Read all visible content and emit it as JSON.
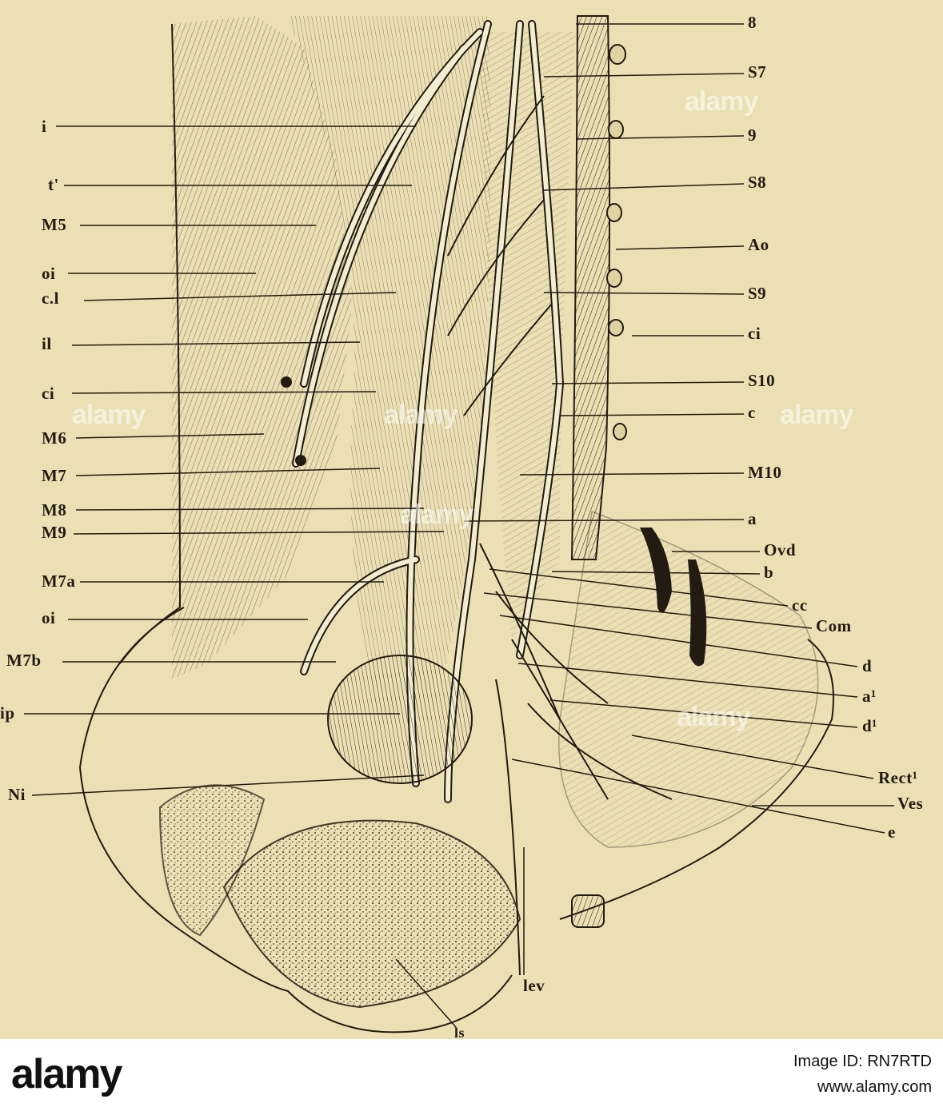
{
  "labels_left": [
    "i",
    "t'",
    "M5",
    "oi",
    "c.l",
    "il",
    "ci",
    "M6",
    "M7",
    "M8",
    "M9",
    "M7a",
    "oi",
    "M7b",
    "ip",
    "Ni"
  ],
  "labels_right": [
    "8",
    "S7",
    "9",
    "S8",
    "Ao",
    "S9",
    "ci",
    "S10",
    "c",
    "M10",
    "a",
    "Ovd",
    "b",
    "cc",
    "Com",
    "d",
    "a¹",
    "d¹",
    "Rect¹",
    "Ves",
    "e"
  ],
  "labels_bottom": [
    "lev",
    "ls"
  ],
  "watermark": "alamy",
  "footer": {
    "logo": "alamy",
    "image_id": "Image ID: RN7RTD",
    "site": "www.alamy.com"
  },
  "colors": {
    "paper": "#ebe0b4",
    "ink": "#231a12",
    "nerve": "#f3ecd0"
  }
}
